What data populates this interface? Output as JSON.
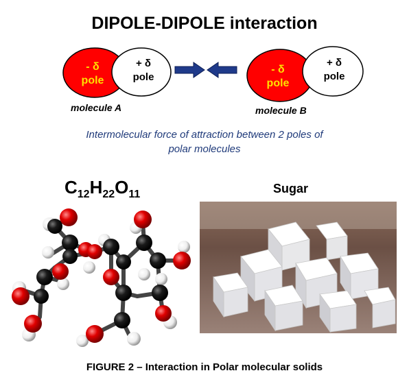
{
  "title": "DIPOLE-DIPOLE interaction",
  "molecule_a": {
    "negative_charge": "- δ",
    "negative_pole": "pole",
    "positive_charge": "+ δ",
    "positive_pole": "pole",
    "label": "molecule A"
  },
  "molecule_b": {
    "negative_charge": "- δ",
    "negative_pole": "pole",
    "positive_charge": "+ δ",
    "positive_pole": "pole",
    "label": "molecule B"
  },
  "caption": {
    "line1": "Intermolecular force of attraction between 2 poles of",
    "line2": "polar molecules"
  },
  "formula": {
    "c": "C",
    "c_count": "12",
    "h": "H",
    "h_count": "22",
    "o": "O",
    "o_count": "11"
  },
  "sugar_label": "Sugar",
  "figure_caption": "FIGURE 2 – Interaction in Polar molecular solids",
  "colors": {
    "negative_pole": "#ff0000",
    "negative_text": "#ffe000",
    "arrow": "#1f3a8a",
    "caption_text": "#1f3a7a",
    "oxygen": "#e00000",
    "carbon": "#111111",
    "hydrogen": "#ffffff"
  }
}
